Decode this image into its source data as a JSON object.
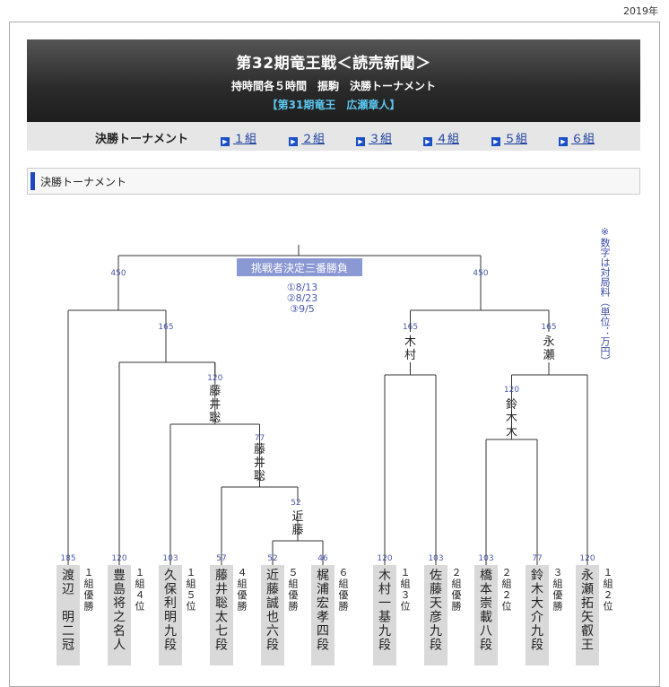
{
  "year": "2019年",
  "header": {
    "title": "第32期竜王戦＜読売新聞＞",
    "subtitle": "持時間各５時間　振駒　決勝トーナメント",
    "champion": "【第31期竜王　広瀬章人】"
  },
  "nav": {
    "label": "決勝トーナメント",
    "links": [
      "１組",
      "２組",
      "３組",
      "４組",
      "５組",
      "６組"
    ]
  },
  "section_title": "決勝トーナメント",
  "side_note": "※数字は対局料（単位：万円）",
  "final": {
    "label": "挑戦者決定三番勝負",
    "games": [
      "①8/13",
      "②8/23",
      "③9/5"
    ],
    "left_fee": "450",
    "right_fee": "450"
  },
  "players": [
    {
      "name": "渡辺　明二冠",
      "qual": "１組優勝",
      "fee": "185"
    },
    {
      "name": "豊島将之名人",
      "qual": "１組４位",
      "fee": "120"
    },
    {
      "name": "久保利明九段",
      "qual": "１組５位",
      "fee": "103"
    },
    {
      "name": "藤井聡太七段",
      "qual": "４組優勝",
      "fee": "57"
    },
    {
      "name": "近藤誠也六段",
      "qual": "５組優勝",
      "fee": "52"
    },
    {
      "name": "梶浦宏孝四段",
      "qual": "６組優勝",
      "fee": "46"
    },
    {
      "name": "木村一基九段",
      "qual": "１組３位",
      "fee": "120"
    },
    {
      "name": "佐藤天彦九段",
      "qual": "２組優勝",
      "fee": "103"
    },
    {
      "name": "橋本崇載八段",
      "qual": "２組２位",
      "fee": "103"
    },
    {
      "name": "鈴木大介九段",
      "qual": "３組優勝",
      "fee": "77"
    },
    {
      "name": "永瀬拓矢叡王",
      "qual": "１組２位",
      "fee": "120"
    }
  ],
  "winners": [
    {
      "name": "近藤",
      "fee": "52"
    },
    {
      "name": "藤井聡",
      "fee": "77"
    },
    {
      "name": "藤井聡",
      "fee": "120"
    },
    {
      "name": "",
      "fee": "165"
    },
    {
      "name": "木村",
      "fee": "165"
    },
    {
      "name": "鈴木大",
      "fee": "120"
    },
    {
      "name": "永瀬",
      "fee": "165"
    }
  ]
}
